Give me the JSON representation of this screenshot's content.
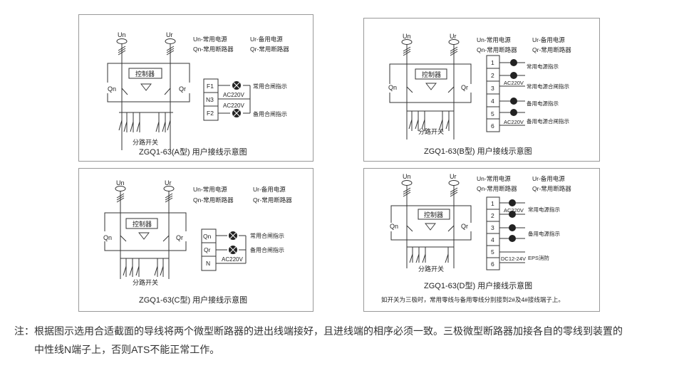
{
  "panels": {
    "a": {
      "title": "ZGQ1-63(A型) 用户接线示意图",
      "un": "Un",
      "ur": "Ur",
      "qn": "Qn",
      "qr": "Qr",
      "controller": "控制器",
      "branch": "分路开关",
      "legend": [
        "Un-常用电源",
        "Ur-备用电源",
        "Qn-常用断路器",
        "Qr-常用断路器"
      ],
      "terminals": [
        "F1",
        "N3",
        "F2"
      ],
      "voltage": [
        "AC220V",
        "AC220V"
      ],
      "indicators": [
        "常用合闸指示",
        "备用合闸指示"
      ]
    },
    "b": {
      "title": "ZGQ1-63(B型) 用户接线示意图",
      "un": "Un",
      "ur": "Ur",
      "qn": "Qn",
      "qr": "Qr",
      "controller": "控制器",
      "branch": "分路开关",
      "legend": [
        "Un-常用电源",
        "Ur-备用电源",
        "Qn-常用断路器",
        "Qr-常用断路器"
      ],
      "terminals": [
        "1",
        "2",
        "3",
        "4",
        "5",
        "6"
      ],
      "voltage": [
        "AC220V",
        "AC220V"
      ],
      "indicators": [
        "常用电源指示",
        "常用电源合闸指示",
        "备用电源指示",
        "备用电源合闸指示"
      ]
    },
    "c": {
      "title": "ZGQ1-63(C型) 用户接线示意图",
      "un": "Un",
      "ur": "Ur",
      "qn": "Qn",
      "qr": "Qr",
      "controller": "控制器",
      "branch": "分路开关",
      "legend": [
        "Un-常用电源",
        "Ur-备用电源",
        "Qn-常用断路器",
        "Qr-常用断路器"
      ],
      "terminals": [
        "Qn",
        "Qr",
        "N"
      ],
      "voltage": [
        "AC220V"
      ],
      "indicators": [
        "常用合闸指示",
        "备用合闸指示"
      ]
    },
    "d": {
      "title": "ZGQ1-63(D型) 用户接线示意图",
      "un": "Un",
      "ur": "Ur",
      "qn": "Qn",
      "qr": "Qr",
      "controller": "控制器",
      "branch": "分路开关",
      "legend": [
        "Un-常用电源",
        "Ur-备用电源",
        "Qn-常用断路器",
        "Qr-常用断路器"
      ],
      "terminals": [
        "1",
        "2",
        "3",
        "4",
        "5",
        "6"
      ],
      "voltage": [
        "AC220V",
        "DC12-24V"
      ],
      "indicators": [
        "常用电源指示",
        "备用电源指示",
        "EPS消防"
      ],
      "footnote": "如开关为三极时，常用零线与备用零线分别接到2#及4#接线端子上。"
    }
  },
  "note": {
    "line1": "注：根据图示选用合适截面的导线将两个微型断路器的进出线端接好，且进线端的相序必须一致。三极微型断路器加接各自的零线到装置的",
    "line2": "中性线N端子上，否则ATS不能正常工作。"
  }
}
